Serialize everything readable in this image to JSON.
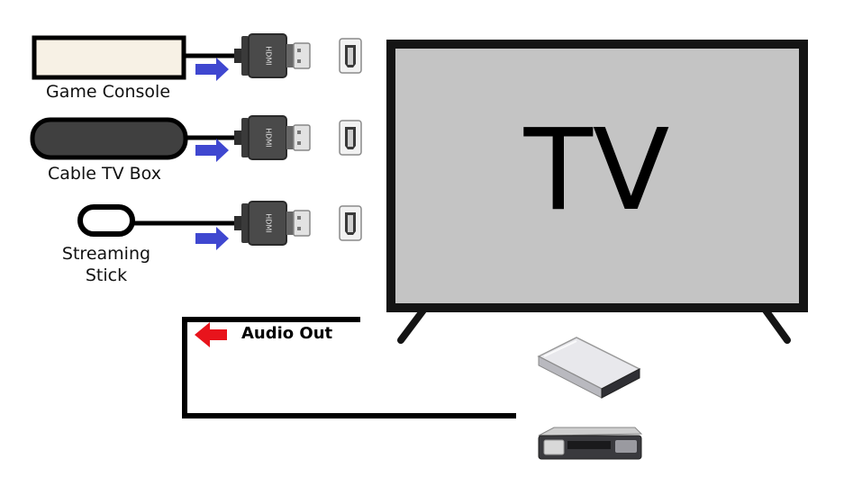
{
  "devices": [
    {
      "label": "Game Console"
    },
    {
      "label": "Cable TV Box"
    },
    {
      "label_lines": [
        "Streaming",
        "Stick"
      ]
    }
  ],
  "connector_text": "HDMI",
  "tv": {
    "label": "TV"
  },
  "audio": {
    "label": "Audio Out"
  },
  "colors": {
    "tv_screen": "#c4c4c4",
    "tv_bezel": "#141414",
    "input_arrow": "#3f47d0",
    "audio_arrow": "#e8141c",
    "console_fill": "#f7f1e5",
    "cable_box_fill": "#404040"
  }
}
